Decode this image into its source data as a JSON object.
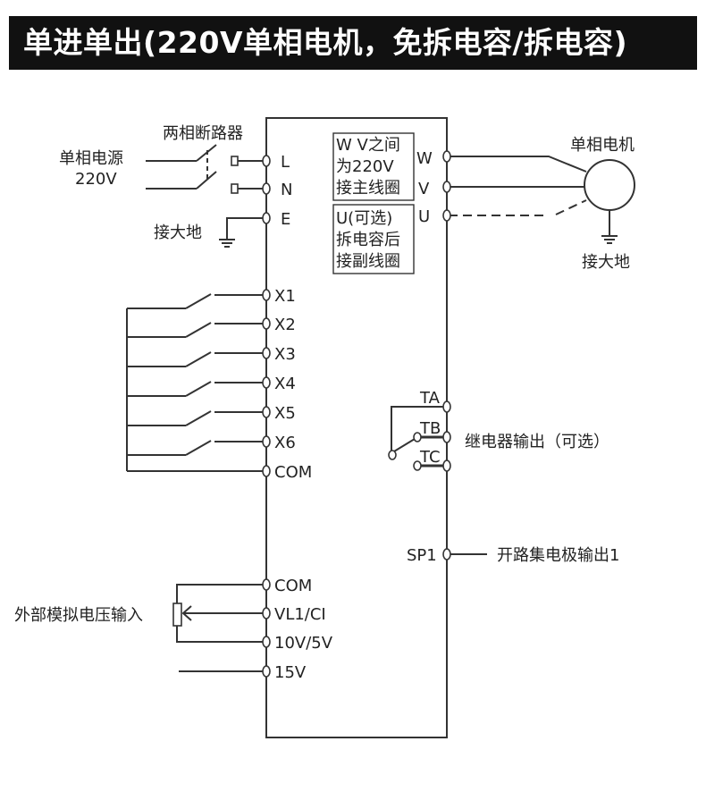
{
  "title": "单进单出(220V单相电机，免拆电容/拆电容)",
  "left": {
    "breaker": "两相断路器",
    "power_source": [
      "单相电源",
      "220V"
    ],
    "ground": "接大地",
    "terminals": [
      "L",
      "N",
      "E",
      "X1",
      "X2",
      "X3",
      "X4",
      "X5",
      "X6",
      "COM",
      "COM",
      "VL1/CI",
      "10V/5V",
      "15V"
    ],
    "analog_input": "外部模拟电压输入"
  },
  "right": {
    "terminals": [
      "W",
      "V",
      "U",
      "TA",
      "TB",
      "TC",
      "SP1"
    ],
    "note_main": [
      "W V之间",
      "为220V",
      "接主线圈"
    ],
    "note_aux": [
      "U(可选)",
      "拆电容后",
      "接副线圈"
    ],
    "motor": "单相电机",
    "motor_ground": "接大地",
    "relay": "继电器输出（可选）",
    "open_collector": "开路集电极输出1"
  }
}
